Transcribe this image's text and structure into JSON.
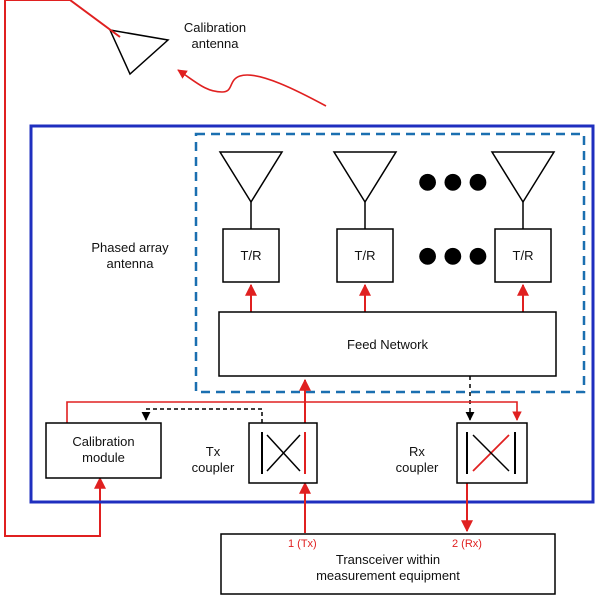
{
  "calibration_antenna": {
    "line1": "Calibration",
    "line2": "antenna"
  },
  "phased_array": {
    "line1": "Phased array",
    "line2": "antenna"
  },
  "tr_modules": [
    {
      "label": "T/R"
    },
    {
      "label": "T/R"
    },
    {
      "label": "T/R"
    }
  ],
  "feed_network": {
    "label": "Feed Network"
  },
  "calibration_module": {
    "line1": "Calibration",
    "line2": "module"
  },
  "tx_coupler": {
    "line1": "Tx",
    "line2": "coupler"
  },
  "rx_coupler": {
    "line1": "Rx",
    "line2": "coupler"
  },
  "ports": {
    "tx": "1 (Tx)",
    "rx": "2 (Rx)"
  },
  "transceiver": {
    "line1": "Transceiver within",
    "line2": "measurement equipment"
  },
  "ellipsis": "●●●",
  "colors": {
    "frame": "#1f2fbf",
    "dashed": "#1a6fb0",
    "signal": "#e02020",
    "line": "#000000"
  }
}
